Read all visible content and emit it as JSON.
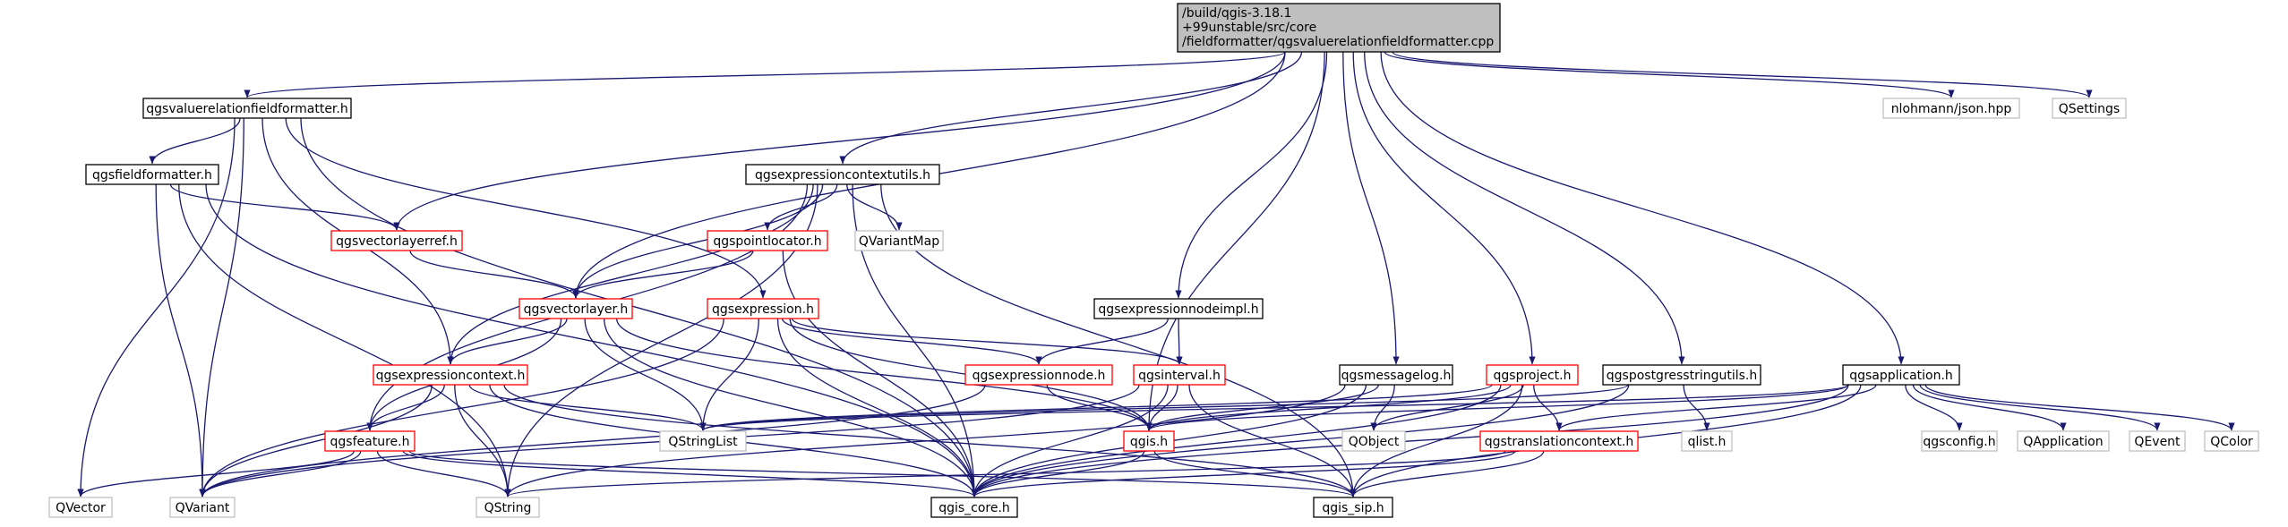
{
  "graph": {
    "colors": {
      "edge": "#191970",
      "root_fill": "#bfbfbf",
      "normal_border": "#000000",
      "red_border": "#ff0000",
      "gray_border": "#bfbfbf",
      "gray_text": "#7f7f7f"
    },
    "nodes": [
      {
        "id": "root",
        "style": "root",
        "lines": [
          "/build/qgis-3.18.1",
          "+99unstable/src/core",
          "/fieldformatter/qgsvaluerelationfieldformatter.cpp"
        ]
      },
      {
        "id": "vrff",
        "style": "normal",
        "lines": [
          "qgsvaluerelationfieldformatter.h"
        ]
      },
      {
        "id": "json",
        "style": "gray",
        "lines": [
          "nlohmann/json.hpp"
        ]
      },
      {
        "id": "qsettings",
        "style": "gray",
        "lines": [
          "QSettings"
        ]
      },
      {
        "id": "fieldformatter",
        "style": "normal",
        "lines": [
          "qgsfieldformatter.h"
        ]
      },
      {
        "id": "ecu",
        "style": "normal",
        "lines": [
          "qgsexpressioncontextutils.h"
        ]
      },
      {
        "id": "vlref",
        "style": "red",
        "lines": [
          "qgsvectorlayerref.h"
        ]
      },
      {
        "id": "pointlocator",
        "style": "red",
        "lines": [
          "qgspointlocator.h"
        ]
      },
      {
        "id": "qvariantmap",
        "style": "gray",
        "lines": [
          "QVariantMap"
        ]
      },
      {
        "id": "vectorlayer",
        "style": "red",
        "lines": [
          "qgsvectorlayer.h"
        ]
      },
      {
        "id": "expression",
        "style": "red",
        "lines": [
          "qgsexpression.h"
        ]
      },
      {
        "id": "eni",
        "style": "normal",
        "lines": [
          "qgsexpressionnodeimpl.h"
        ]
      },
      {
        "id": "ec",
        "style": "red",
        "lines": [
          "qgsexpressioncontext.h"
        ]
      },
      {
        "id": "exprnode",
        "style": "red",
        "lines": [
          "qgsexpressionnode.h"
        ]
      },
      {
        "id": "interval",
        "style": "red",
        "lines": [
          "qgsinterval.h"
        ]
      },
      {
        "id": "msglog",
        "style": "normal",
        "lines": [
          "qgsmessagelog.h"
        ]
      },
      {
        "id": "project",
        "style": "red",
        "lines": [
          "qgsproject.h"
        ]
      },
      {
        "id": "pgsu",
        "style": "normal",
        "lines": [
          "qgspostgresstringutils.h"
        ]
      },
      {
        "id": "app",
        "style": "normal",
        "lines": [
          "qgsapplication.h"
        ]
      },
      {
        "id": "feature",
        "style": "red",
        "lines": [
          "qgsfeature.h"
        ]
      },
      {
        "id": "qstringlist",
        "style": "gray",
        "lines": [
          "QStringList"
        ]
      },
      {
        "id": "qgis",
        "style": "red",
        "lines": [
          "qgis.h"
        ]
      },
      {
        "id": "qobject",
        "style": "gray",
        "lines": [
          "QObject"
        ]
      },
      {
        "id": "translation",
        "style": "red",
        "lines": [
          "qgstranslationcontext.h"
        ]
      },
      {
        "id": "qlist",
        "style": "gray",
        "lines": [
          "qlist.h"
        ]
      },
      {
        "id": "qgsconfig",
        "style": "gray",
        "lines": [
          "qgsconfig.h"
        ]
      },
      {
        "id": "qapplication",
        "style": "gray",
        "lines": [
          "QApplication"
        ]
      },
      {
        "id": "qevent",
        "style": "gray",
        "lines": [
          "QEvent"
        ]
      },
      {
        "id": "qcolor",
        "style": "gray",
        "lines": [
          "QColor"
        ]
      },
      {
        "id": "qvector",
        "style": "gray",
        "lines": [
          "QVector"
        ]
      },
      {
        "id": "qvariant",
        "style": "gray",
        "lines": [
          "QVariant"
        ]
      },
      {
        "id": "qstring",
        "style": "gray",
        "lines": [
          "QString"
        ]
      },
      {
        "id": "core",
        "style": "normal",
        "lines": [
          "qgis_core.h"
        ]
      },
      {
        "id": "sip",
        "style": "normal",
        "lines": [
          "qgis_sip.h"
        ]
      }
    ],
    "edges": [
      [
        "root",
        "vrff"
      ],
      [
        "root",
        "json"
      ],
      [
        "root",
        "qsettings"
      ],
      [
        "root",
        "ecu"
      ],
      [
        "root",
        "vlref"
      ],
      [
        "root",
        "vectorlayer"
      ],
      [
        "root",
        "eni"
      ],
      [
        "root",
        "msglog"
      ],
      [
        "root",
        "project"
      ],
      [
        "root",
        "pgsu"
      ],
      [
        "root",
        "app"
      ],
      [
        "root",
        "qgis"
      ],
      [
        "vrff",
        "fieldformatter"
      ],
      [
        "vrff",
        "qvector"
      ],
      [
        "vrff",
        "qvariant"
      ],
      [
        "vrff",
        "ec"
      ],
      [
        "vrff",
        "expression"
      ],
      [
        "vrff",
        "core"
      ],
      [
        "fieldformatter",
        "vlref"
      ],
      [
        "fieldformatter",
        "qvariant"
      ],
      [
        "fieldformatter",
        "qstring"
      ],
      [
        "fieldformatter",
        "core"
      ],
      [
        "ecu",
        "pointlocator"
      ],
      [
        "ecu",
        "qvariantmap"
      ],
      [
        "ecu",
        "vectorlayer"
      ],
      [
        "ecu",
        "ec"
      ],
      [
        "ecu",
        "feature"
      ],
      [
        "ecu",
        "qstring"
      ],
      [
        "ecu",
        "core"
      ],
      [
        "ecu",
        "sip"
      ],
      [
        "vlref",
        "vectorlayer"
      ],
      [
        "pointlocator",
        "vectorlayer"
      ],
      [
        "pointlocator",
        "core"
      ],
      [
        "vectorlayer",
        "ec"
      ],
      [
        "vectorlayer",
        "feature"
      ],
      [
        "vectorlayer",
        "qstringlist"
      ],
      [
        "vectorlayer",
        "qgis"
      ],
      [
        "vectorlayer",
        "core"
      ],
      [
        "expression",
        "exprnode"
      ],
      [
        "expression",
        "interval"
      ],
      [
        "expression",
        "qstringlist"
      ],
      [
        "expression",
        "qvariant"
      ],
      [
        "expression",
        "core"
      ],
      [
        "expression",
        "qgis"
      ],
      [
        "eni",
        "exprnode"
      ],
      [
        "eni",
        "interval"
      ],
      [
        "ec",
        "feature"
      ],
      [
        "ec",
        "qstringlist"
      ],
      [
        "ec",
        "qvariant"
      ],
      [
        "ec",
        "qstring"
      ],
      [
        "ec",
        "core"
      ],
      [
        "ec",
        "sip"
      ],
      [
        "exprnode",
        "qgis"
      ],
      [
        "exprnode",
        "qvariant"
      ],
      [
        "interval",
        "qgis"
      ],
      [
        "interval",
        "core"
      ],
      [
        "interval",
        "sip"
      ],
      [
        "interval",
        "qvariant"
      ],
      [
        "msglog",
        "qgis"
      ],
      [
        "msglog",
        "qobject"
      ],
      [
        "msglog",
        "core"
      ],
      [
        "msglog",
        "qstring"
      ],
      [
        "project",
        "qstringlist"
      ],
      [
        "project",
        "qobject"
      ],
      [
        "project",
        "translation"
      ],
      [
        "project",
        "qgis"
      ],
      [
        "project",
        "core"
      ],
      [
        "project",
        "sip"
      ],
      [
        "pgsu",
        "qstringlist"
      ],
      [
        "pgsu",
        "qlist"
      ],
      [
        "pgsu",
        "core"
      ],
      [
        "app",
        "qstringlist"
      ],
      [
        "app",
        "qgis"
      ],
      [
        "app",
        "translation"
      ],
      [
        "app",
        "qgsconfig"
      ],
      [
        "app",
        "qapplication"
      ],
      [
        "app",
        "qevent"
      ],
      [
        "app",
        "qcolor"
      ],
      [
        "app",
        "core"
      ],
      [
        "app",
        "sip"
      ],
      [
        "feature",
        "qvector"
      ],
      [
        "feature",
        "qvariant"
      ],
      [
        "feature",
        "qstring"
      ],
      [
        "feature",
        "core"
      ],
      [
        "feature",
        "sip"
      ],
      [
        "qgis",
        "core"
      ],
      [
        "qgis",
        "sip"
      ],
      [
        "translation",
        "qstring"
      ],
      [
        "translation",
        "core"
      ],
      [
        "translation",
        "sip"
      ]
    ]
  }
}
